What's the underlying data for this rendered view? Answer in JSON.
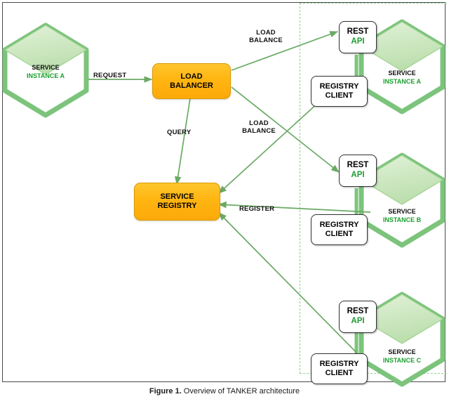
{
  "figure": {
    "caption_label": "Figure 1.",
    "caption_text": " Overview of TANKER architecture"
  },
  "nodes": {
    "service_instance_a_left": {
      "line1": "SERVICE",
      "line2": "INSTANCE A"
    },
    "load_balancer": {
      "line1": "LOAD",
      "line2": "BALANCER"
    },
    "service_registry": {
      "line1": "SERVICE",
      "line2": "REGISTRY"
    },
    "rest_api": {
      "line1": "REST",
      "line2": "API"
    },
    "registry_client": {
      "line1": "REGISTRY",
      "line2": "CLIENT"
    },
    "instances": [
      {
        "id": "a",
        "line1": "SERVICE",
        "line2": "INSTANCE A"
      },
      {
        "id": "b",
        "line1": "SERVICE",
        "line2": "INSTANCE B"
      },
      {
        "id": "c",
        "line1": "SERVICE",
        "line2": "INSTANCE C"
      }
    ]
  },
  "edges": {
    "request": "REQUEST",
    "query": "QUERY",
    "register": "REGISTER",
    "load_balance_top": {
      "line1": "LOAD",
      "line2": "BALANCE"
    },
    "load_balance_mid": {
      "line1": "LOAD",
      "line2": "BALANCE"
    }
  },
  "colors": {
    "arrow_green": "#6aaa64",
    "cube_green": "#7cc47c",
    "cube_fill": "#cfe7c4",
    "accent_orange": "#ffb511",
    "label_green": "#17a02b",
    "dashed_border": "#8fce8f"
  }
}
